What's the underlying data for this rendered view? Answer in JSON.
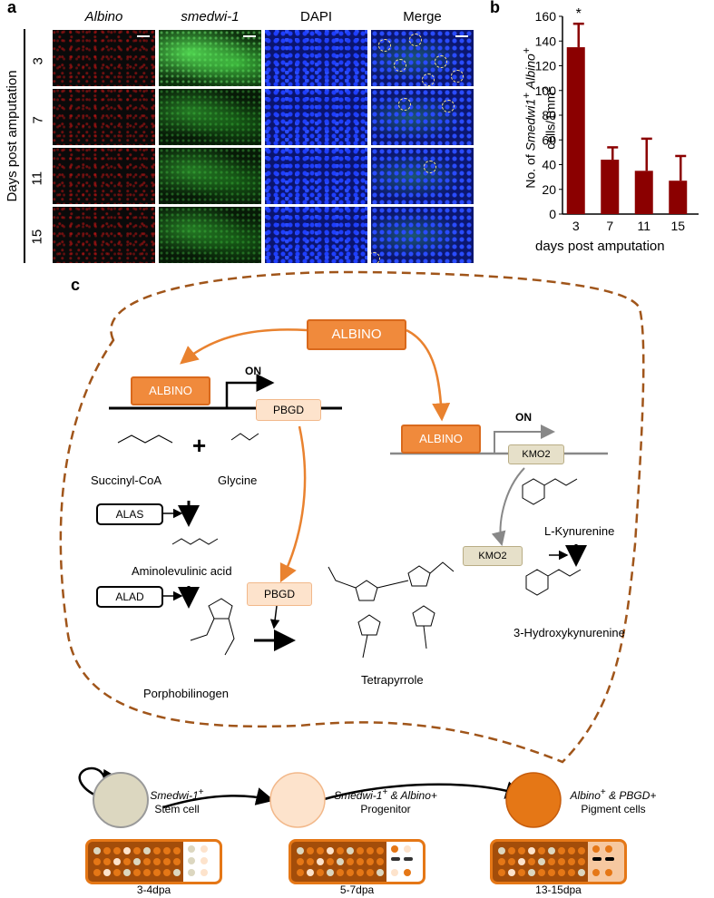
{
  "panel_a": {
    "letter": "a",
    "columns": [
      "Albino",
      "smedwi-1",
      "DAPI",
      "Merge"
    ],
    "row_axis_label": "Days post amputation",
    "rows": [
      "3",
      "7",
      "11",
      "15"
    ]
  },
  "panel_b": {
    "letter": "b",
    "ylabel_parts": [
      "No. of ",
      "Smedwi1",
      "+",
      " ",
      "Albino",
      "+",
      "cells/1mm",
      "2"
    ],
    "xlabel": "days post amputation",
    "significance": "*"
  },
  "chart_data": {
    "type": "bar",
    "categories": [
      "3",
      "7",
      "11",
      "15"
    ],
    "values": [
      135,
      44,
      35,
      27
    ],
    "error_upper": [
      154,
      54,
      61,
      47
    ],
    "ylim": [
      0,
      160
    ],
    "yticks": [
      0,
      20,
      40,
      60,
      80,
      100,
      120,
      140,
      160
    ],
    "xlabel": "days post amputation",
    "ylabel": "No. of Smedwi1+ Albino+ cells/1mm2",
    "bar_color": "#8b0000",
    "grid": false,
    "annotations": [
      {
        "category": "3",
        "text": "*"
      }
    ]
  },
  "panel_c": {
    "letter": "c",
    "albino_top": "ALBINO",
    "albino_left": "ALBINO",
    "albino_right": "ALBINO",
    "on_left": "ON",
    "on_right": "ON",
    "pbgd_gene": "PBGD",
    "pbgd_enzyme": "PBGD",
    "kmo2_gene": "KMO2",
    "kmo2_enzyme": "KMO2",
    "alas": "ALAS",
    "alad": "ALAD",
    "plus": "+",
    "succinyl_coa": "Succinyl-CoA",
    "glycine": "Glycine",
    "aminolevulinic": "Aminolevulinic acid",
    "porphobilinogen": "Porphobilinogen",
    "tetrapyrrole": "Tetrapyrrole",
    "kynurenine": "L-Kynurenine",
    "hydroxykynurenine": "3-Hydroxykynurenine",
    "cells": [
      {
        "line1_it": "Smedwi-1",
        "line1_sup": "+",
        "line1_rest": "",
        "line2": "Stem cell",
        "color": "#dcd7c0"
      },
      {
        "line1_it": "Smedwi-1",
        "line1_sup": "+",
        "line1_rest": " & Albino+",
        "line2": "Progenitor",
        "color": "#fde3cc"
      },
      {
        "line1_it": "Albino",
        "line1_sup": "+",
        "line1_rest": " & PBGD+",
        "line2": "Pigment cells",
        "color": "#e57716"
      }
    ],
    "stages": [
      "3-4dpa",
      "5-7dpa",
      "13-15dpa"
    ],
    "colors": {
      "brown": "#a34d0a",
      "orange": "#f08a3c",
      "dashed": "#a0551a",
      "arrow_orange": "#e9822f"
    }
  }
}
